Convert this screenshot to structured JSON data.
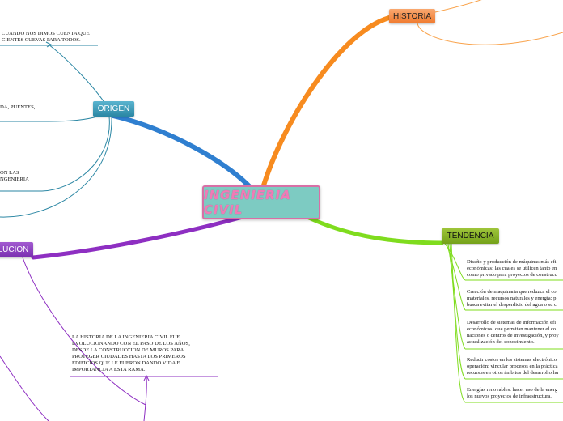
{
  "central": {
    "title": "INGENIERIA CIVIL"
  },
  "branches": {
    "origen": {
      "label": "ORIGEN",
      "color": "#2f7fd0",
      "topics": [
        "CUANDO NOS DIMOS CUENTA QUE\nCIENTES CUEVAS PARA TODOS.",
        "DA, PUENTES,",
        "ON LAS\nNGENIERIA"
      ]
    },
    "historia": {
      "label": "HISTORIA",
      "color": "#f78b1f"
    },
    "evolucion": {
      "label": "LUCION",
      "color": "#8e2fc2",
      "topics": [
        "LA HISTORIA DE LA INGENIERIA CIVIL FUE\nEVOLUCIONANDO CON EL PASO DE LOS AÑOS,\nDESDE LA CONSTRUCCION DE MUROS PARA\nPROTEGER CIUDADES HASTA LOS PRIMEROS\nEDIFICIOS QUE LE FUERON DANDO VIDA E\nIMPORTANCIA A ESTA RAMA."
      ]
    },
    "tendencia": {
      "label": "TENDENCIA",
      "color": "#7fdc1e",
      "topics": [
        "Diseño y producción de máquinas más efi\neconómicas: las cuales se utilicen tanto en\ncomo privado para proyectos de construcc",
        "Creación de maquinaria que reduzca el co\nmateriales, recursos naturales y energía: p\nbusca evitar el desperdicio del agua o su c",
        "Desarrollo de sistemas de información efi\neconómicos: que permitan mantener el co\nnaciones o centros de investigación, y proy\nactualización del conocimiento.",
        "Reducir costos en los sistemas electrónico\noperación: vincular procesos en la práctica\nrecursos en otros ámbitos del desarrollo hu",
        "Energías renovables: hacer uso de la energ\nlos nuevos proyectos de infraestructura."
      ]
    }
  }
}
